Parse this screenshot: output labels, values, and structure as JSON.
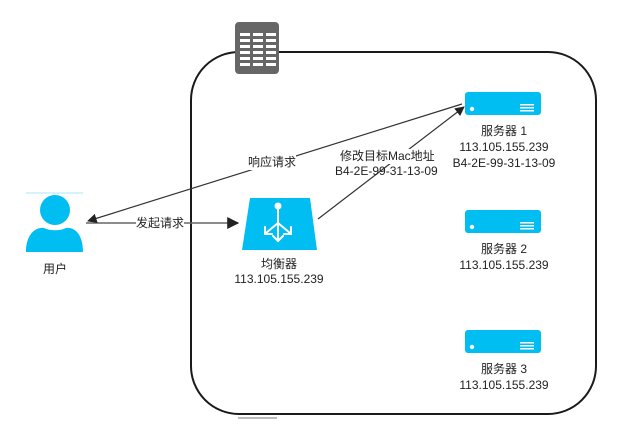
{
  "colors": {
    "accent": "#00BEF2",
    "container_stroke": "#1a1a1a",
    "datacenter_icon": "#666666",
    "edge": "#333333",
    "text": "#222222"
  },
  "nodes": {
    "user": {
      "icon": "user-icon",
      "label": "用户"
    },
    "balancer": {
      "icon": "load-balancer-icon",
      "label": "均衡器",
      "ip": "113.105.155.239"
    },
    "servers": [
      {
        "icon": "server-icon",
        "label": "服务器 1",
        "ip": "113.105.155.239",
        "mac": "B4-2E-99-31-13-09"
      },
      {
        "icon": "server-icon",
        "label": "服务器 2",
        "ip": "113.105.155.239"
      },
      {
        "icon": "server-icon",
        "label": "服务器 3",
        "ip": "113.105.155.239"
      }
    ],
    "container": {
      "icon": "datacenter-icon"
    }
  },
  "edges": {
    "request": {
      "label": "发起请求",
      "from": "user",
      "to": "balancer"
    },
    "response": {
      "label": "响应请求",
      "from": "server1",
      "to": "user"
    },
    "forward": {
      "label": "修改目标Mac地址",
      "sublabel": "B4-2E-99-31-13-09",
      "from": "balancer",
      "to": "server1"
    }
  }
}
